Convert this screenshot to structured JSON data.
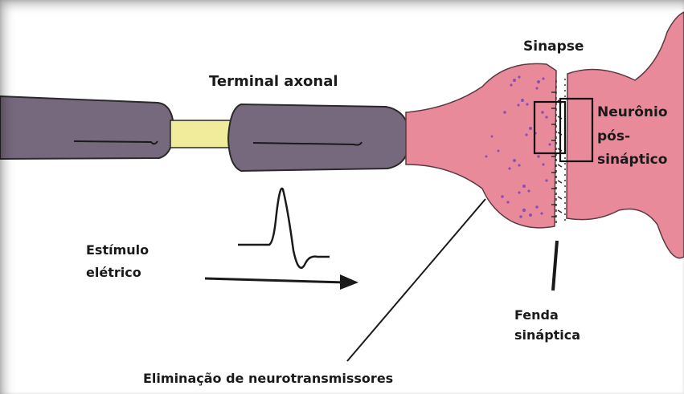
{
  "labels": {
    "sinapse": "Sinapse",
    "terminal_axonal": "Terminal axonal",
    "neuronio_line1": "Neurônio",
    "neuronio_line2": "pós-",
    "neuronio_line3": "sináptico",
    "estimulo_line1": "Estímulo",
    "estimulo_line2": "elétrico",
    "fenda_line1": "Fenda",
    "fenda_line2": "sináptica",
    "eliminacao": "Eliminação de neurotransmissores"
  },
  "colors": {
    "axon": "#77697d",
    "myelin_gap": "#f0ec9c",
    "neuron_pink": "#e98a9b",
    "vesicle": "#8a4fb0",
    "ink": "#1a1a1a"
  }
}
